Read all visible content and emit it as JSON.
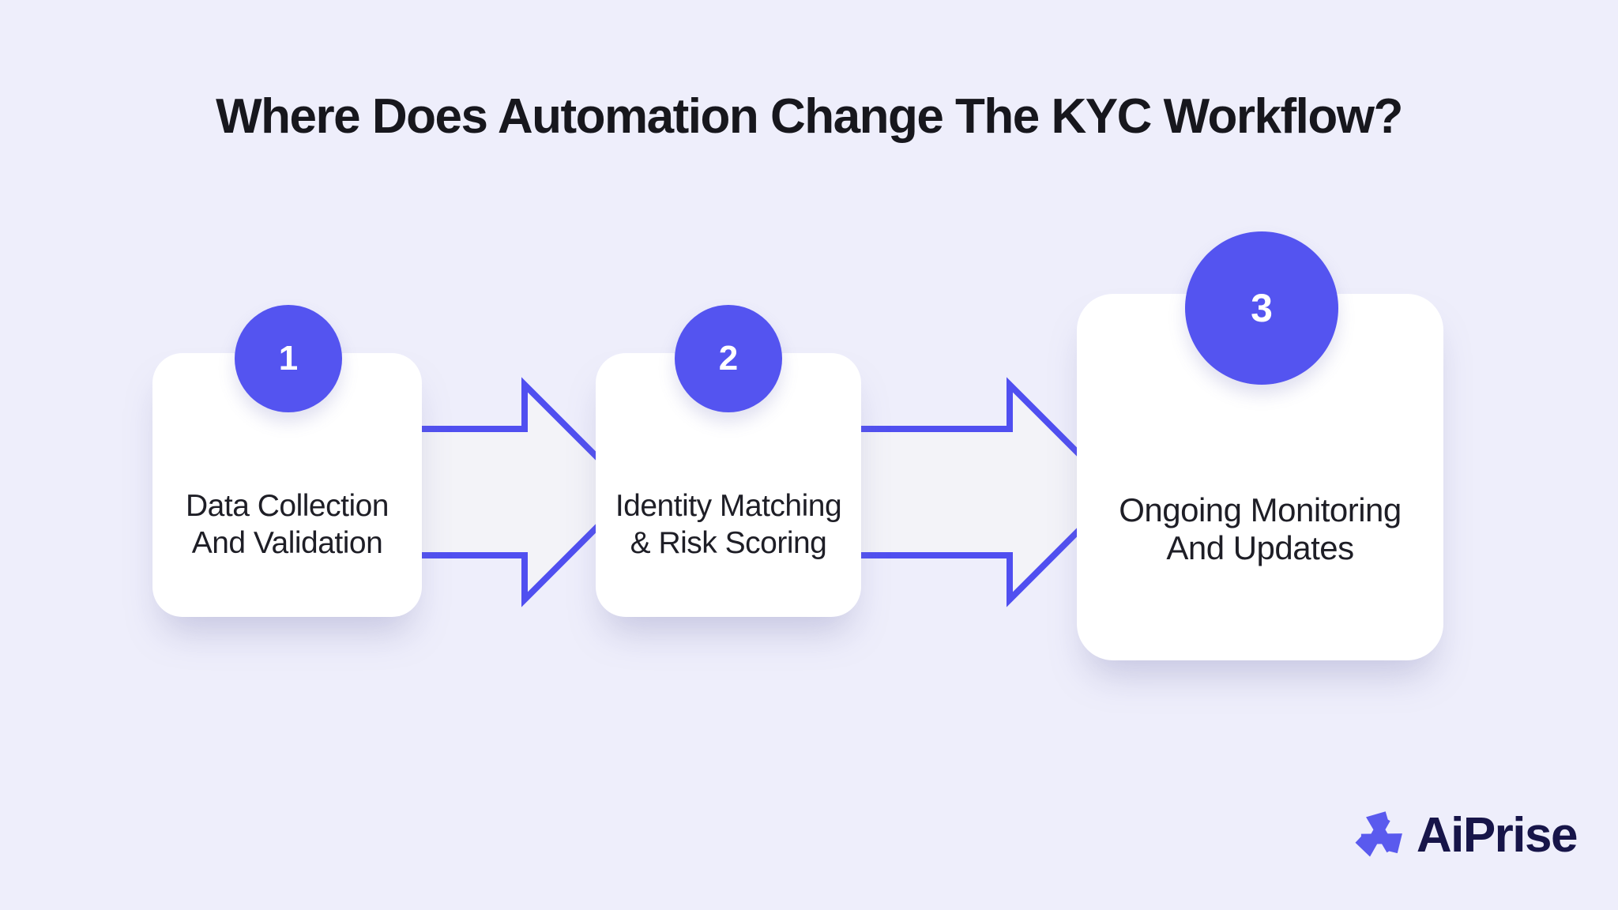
{
  "title": "Where Does Automation Change The KYC Workflow?",
  "steps": [
    {
      "number": "1",
      "line1": "Data Collection",
      "line2": "And Validation"
    },
    {
      "number": "2",
      "line1": "Identity Matching",
      "line2": "& Risk Scoring"
    },
    {
      "number": "3",
      "line1": "Ongoing Monitoring",
      "line2": "And Updates"
    }
  ],
  "icons": {
    "connector": "block-arrow-right-icon",
    "brand": "aiprise-triangle-mark-icon"
  },
  "brand": {
    "name": "AiPrise"
  },
  "colors": {
    "background": "#eeeefb",
    "card": "#ffffff",
    "accent": "#5454f0",
    "arrow-outline": "#504ff0",
    "arrow-fill": "#f3f3f8",
    "title-text": "#17171d",
    "card-text": "#1e1e26",
    "badge-text": "#ffffff",
    "brand-text": "#171549",
    "brand-mark": "#5a5aee"
  }
}
